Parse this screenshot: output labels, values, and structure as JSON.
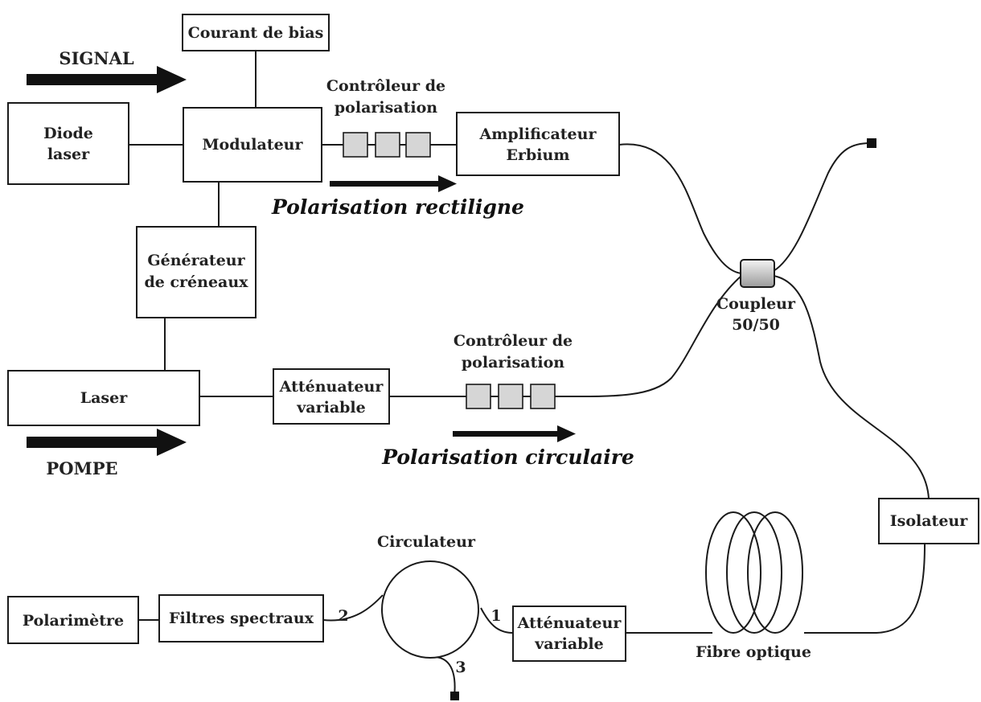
{
  "labels": {
    "courant_de_bias": "Courant de bias",
    "signal": "SIGNAL",
    "diode_laser_1": "Diode",
    "diode_laser_2": "laser",
    "modulateur": "Modulateur",
    "controleur_pol_top_1": "Contrôleur de",
    "controleur_pol_top_2": "polarisation",
    "amplificateur_1": "Amplificateur",
    "amplificateur_2": "Erbium",
    "polarisation_rectiligne": "Polarisation rectiligne",
    "generateur_1": "Générateur",
    "generateur_2": "de créneaux",
    "coupleur_1": "Coupleur",
    "coupleur_2": "50/50",
    "controleur_pol_bottom_1": "Contrôleur de",
    "controleur_pol_bottom_2": "polarisation",
    "laser": "Laser",
    "attenuateur_top_1": "Atténuateur",
    "attenuateur_top_2": "variable",
    "pompe": "POMPE",
    "polarisation_circulaire": "Polarisation circulaire",
    "isolateur": "Isolateur",
    "circulateur": "Circulateur",
    "polarimetre": "Polarimètre",
    "filtres_spectraux": "Filtres spectraux",
    "port_1": "1",
    "port_2": "2",
    "port_3": "3",
    "attenuateur_bottom_1": "Atténuateur",
    "attenuateur_bottom_2": "variable",
    "fibre_optique": "Fibre optique"
  }
}
